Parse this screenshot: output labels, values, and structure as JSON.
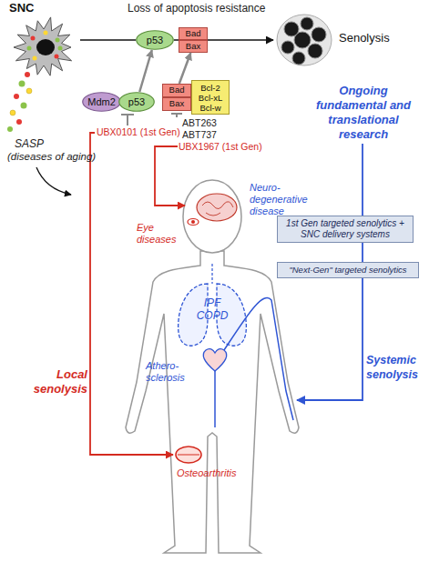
{
  "diagram": {
    "nodes": [
      {
        "text": [
          "SNC"
        ]
      },
      {
        "text": [
          "p53"
        ]
      },
      {
        "text": [
          "Bad"
        ]
      },
      {
        "text": [
          "Bax"
        ]
      },
      {
        "text": [
          "Senolysis"
        ]
      },
      {
        "text": [
          "Mdm2"
        ]
      },
      {
        "text": [
          "p53"
        ]
      },
      {
        "text": [
          "Bad"
        ]
      },
      {
        "text": [
          "Bax"
        ]
      },
      {
        "text": [
          "Bcl-2",
          "Bcl-xL",
          "Bcl-w"
        ]
      },
      {
        "text": [
          "1st Gen targeted senolytics + SNC delivery systems"
        ]
      },
      {
        "text": [
          "\"Next-Gen\" targeted senolytics"
        ]
      }
    ],
    "edges": [
      {
        "from": 0,
        "to": 1,
        "arrow": "none"
      },
      {
        "from": 1,
        "to": 2,
        "arrow": "none"
      },
      {
        "from": 2,
        "to": 4,
        "arrow": "to"
      },
      {
        "from": 6,
        "to": 1,
        "arrow": "to"
      },
      {
        "from": 7,
        "to": 3,
        "arrow": "to"
      },
      {
        "from": 10,
        "to": 11,
        "arrow": "none"
      }
    ],
    "labels": [
      "Loss of apoptosis resistance",
      "SASP",
      "(diseases of aging)",
      "UBX0101 (1st Gen)",
      "ABT263",
      "ABT737",
      "UBX1967 (1st Gen)",
      "Ongoing fundamental and translational research",
      "Neuro-degenerative disease",
      "Eye diseases",
      "IPF COPD",
      "Athero-sclerosis",
      "Local senolysis",
      "Systemic senolysis",
      "Osteoarthritis"
    ]
  }
}
